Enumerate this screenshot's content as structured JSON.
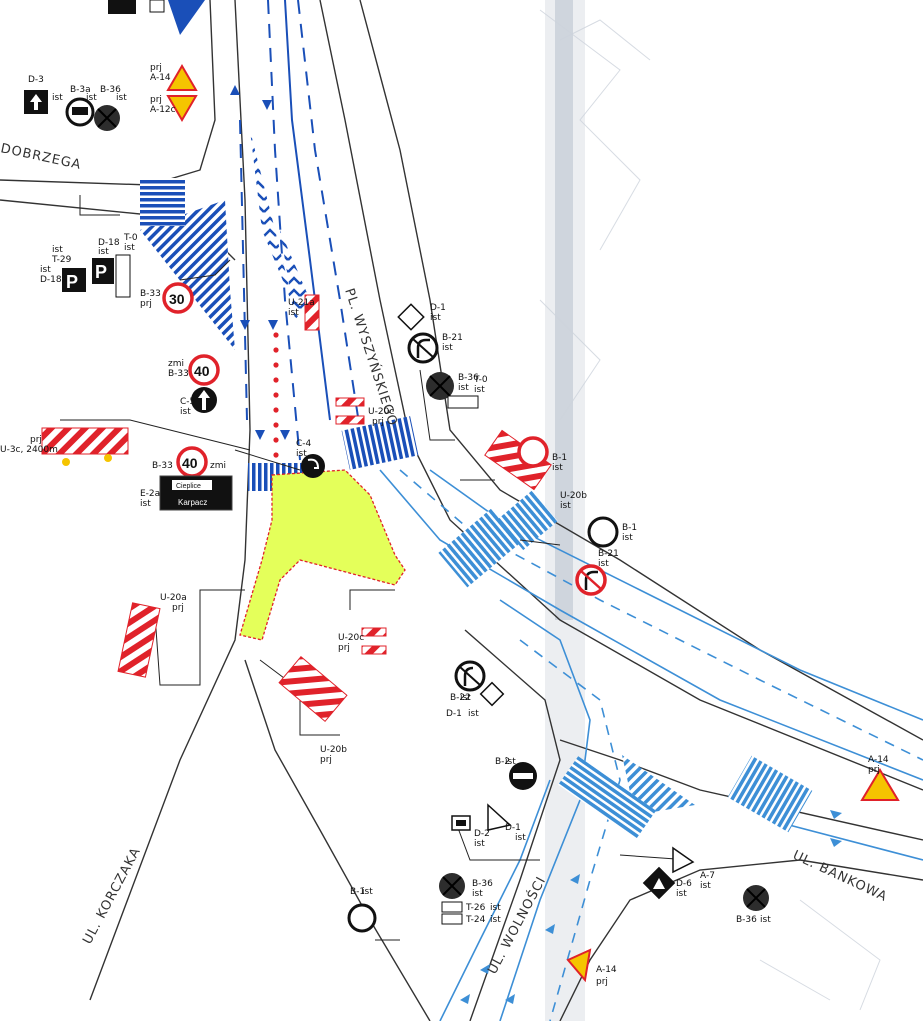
{
  "colors": {
    "lane_dark": "#1a4fb8",
    "lane_light": "#3d8fd6",
    "island_fill": "#e4ff5a",
    "barrier_red": "#e0222a",
    "warning_yellow": "#f5c400",
    "road_edge": "#333333"
  },
  "streets": {
    "wyszynski": "PL. WYSZYŃSKIEGO",
    "dobrzega": "DOBRZEGA",
    "korczaka": "UL. KORCZAKA",
    "wolnosci": "UL. WOLNOŚCI",
    "bankowa": "UL. BANKOWA"
  },
  "signs": {
    "d3": {
      "code": "D-3",
      "note": "ist"
    },
    "b3a": {
      "code": "B-3a",
      "note": "ist"
    },
    "b36_top": {
      "code": "B-36",
      "note": "ist"
    },
    "a14_top": {
      "code": "A-14",
      "note": "prj"
    },
    "a12c": {
      "code": "A-12c",
      "note": "prj"
    },
    "d18a": {
      "code": "D-18a",
      "note": "ist"
    },
    "t29": {
      "code": "T-29",
      "note": "ist"
    },
    "d18": {
      "code": "D-18",
      "note": "ist"
    },
    "t0": {
      "code": "T-0",
      "note": "ist"
    },
    "b33_30": {
      "code": "B-33",
      "note": "prj",
      "value": "30"
    },
    "b33_40_upper": {
      "code": "B-33",
      "note": "zmi",
      "value": "40"
    },
    "c5": {
      "code": "C-5",
      "note": "ist"
    },
    "u3c": {
      "code": "U-3c, 2400m",
      "note": "prj"
    },
    "b33_40_lower": {
      "code": "B-33",
      "note": "zmi",
      "value": "40"
    },
    "c4": {
      "code": "C-4",
      "note": "ist"
    },
    "e2a": {
      "code": "E-2a",
      "note": "ist",
      "direction_1": "Cieplice",
      "direction_2": "Karpacz"
    },
    "u21a": {
      "code": "U-21a",
      "note": "ist"
    },
    "d1_top": {
      "code": "D-1",
      "note": "ist"
    },
    "b21_top": {
      "code": "B-21",
      "note": "ist"
    },
    "b36_mid": {
      "code": "B-36",
      "note": "ist"
    },
    "t0_mid": {
      "code": "T-0",
      "note": "ist"
    },
    "u20c_top": {
      "code": "U-20c",
      "note": "prj"
    },
    "b1_right": {
      "code": "B-1",
      "note": "ist"
    },
    "u20b_right": {
      "code": "U-20b",
      "note": "ist"
    },
    "b21_right": {
      "code": "B-21",
      "note": "ist"
    },
    "b1_right2": {
      "code": "B-1",
      "note": "ist"
    },
    "u20a": {
      "code": "U-20a",
      "note": "prj"
    },
    "u20c_mid": {
      "code": "U-20c",
      "note": "prj"
    },
    "u20b_mid": {
      "code": "U-20b",
      "note": "prj"
    },
    "b22": {
      "code": "B-22",
      "note": "ist"
    },
    "d1_mid": {
      "code": "D-1",
      "note": "ist"
    },
    "b2": {
      "code": "B-2",
      "note": "ist"
    },
    "d1_low": {
      "code": "D-1",
      "note": "ist"
    },
    "d2": {
      "code": "D-2",
      "note": "ist"
    },
    "b36_low": {
      "code": "B-36",
      "note": "ist"
    },
    "t26": {
      "code": "T-26",
      "note": "ist"
    },
    "t24": {
      "code": "T-24",
      "note": "ist"
    },
    "b1_low": {
      "code": "B-1",
      "note": "ist"
    },
    "d6": {
      "code": "D-6",
      "note": "ist"
    },
    "a7": {
      "code": "A-7",
      "note": "ist"
    },
    "b36_right": {
      "code": "B-36",
      "note": "ist"
    },
    "a14_low": {
      "code": "A-14",
      "note": "prj"
    },
    "a14_right": {
      "code": "A-14",
      "note": "prj"
    }
  }
}
